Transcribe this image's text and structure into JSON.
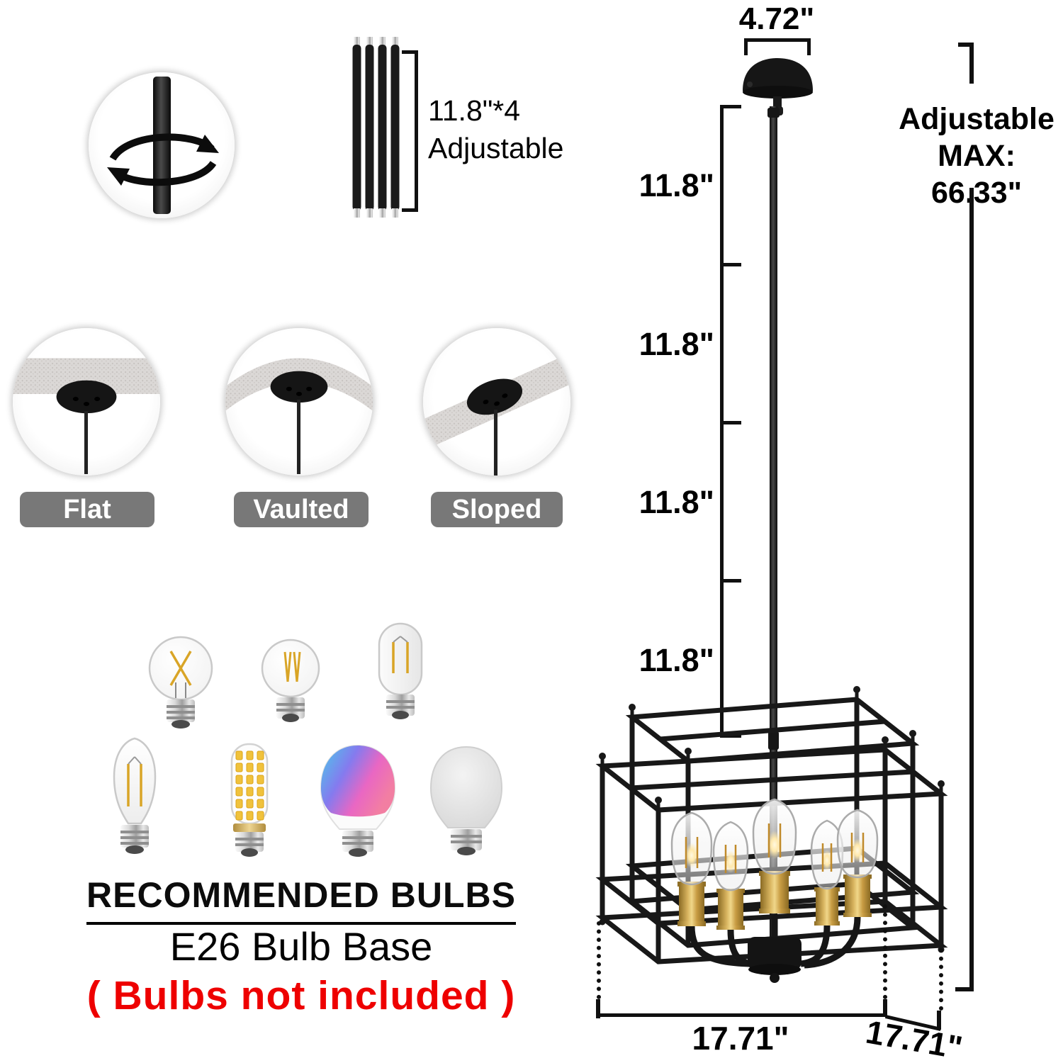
{
  "rod_kit": {
    "line1": "11.8\"*4",
    "line2": "Adjustable"
  },
  "canopy": {
    "width_label": "4.72\""
  },
  "hanging": {
    "segment_labels": [
      "11.8\"",
      "11.8\"",
      "11.8\"",
      "11.8\""
    ],
    "adjustable_line1": "Adjustable",
    "adjustable_line2": "MAX: 66.33\""
  },
  "cage": {
    "width_label": "17.71\"",
    "depth_label": "17.71\""
  },
  "mounts": {
    "items": [
      {
        "label": "Flat"
      },
      {
        "label": "Vaulted"
      },
      {
        "label": "Sloped"
      }
    ]
  },
  "bulb_section": {
    "heading": "RECOMMENDED BULBS",
    "subheading": "E26 Bulb Base",
    "note": "( Bulbs not included )",
    "icons": [
      "globe-filament-bulb",
      "globe-filament-bulb",
      "tube-filament-bulb",
      "edison-st64-bulb",
      "corn-led-bulb",
      "rgb-smart-bulb",
      "frosted-white-bulb"
    ]
  },
  "colors": {
    "note_red": "#ee0000",
    "label_gray": "#787878",
    "frame_black": "#181818",
    "brass": "#d9b560"
  }
}
